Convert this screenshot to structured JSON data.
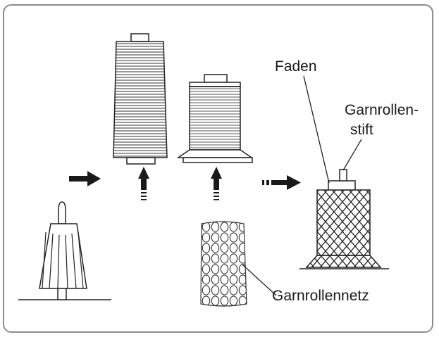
{
  "labels": {
    "thread": "Faden",
    "spool_pin_line1": "Garnrollen-",
    "spool_pin_line2": "stift",
    "spool_net": "Garnrollennetz"
  },
  "colors": {
    "ink": "#1a1a1a",
    "frame": "#8c8c8c"
  }
}
